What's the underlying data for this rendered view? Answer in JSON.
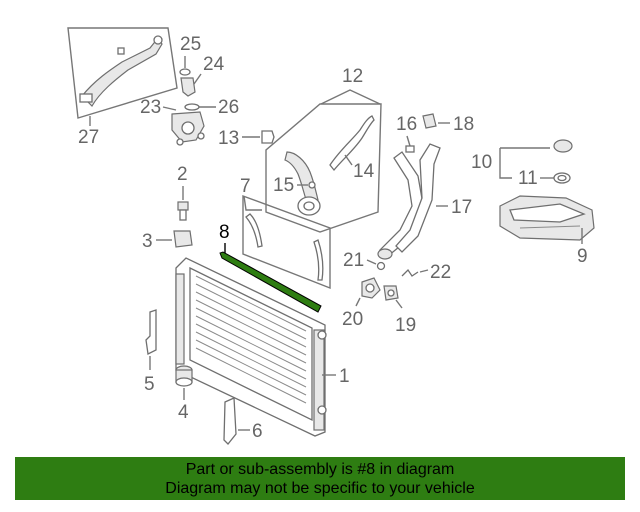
{
  "callouts": {
    "c1": "1",
    "c2": "2",
    "c3": "3",
    "c4": "4",
    "c5": "5",
    "c6": "6",
    "c7": "7",
    "c8": "8",
    "c9": "9",
    "c10": "10",
    "c11": "11",
    "c12": "12",
    "c13": "13",
    "c14": "14",
    "c15": "15",
    "c16": "16",
    "c17": "17",
    "c18": "18",
    "c19": "19",
    "c20": "20",
    "c21": "21",
    "c22": "22",
    "c23": "23",
    "c24": "24",
    "c25": "25",
    "c26": "26",
    "c27": "27"
  },
  "highlight": {
    "part_number": "8",
    "color": "#2e7d12"
  },
  "banner": {
    "line1": "Part or sub-assembly is #8 in diagram",
    "line2": "Diagram may not be specific to your vehicle",
    "background": "#2e7d12"
  }
}
